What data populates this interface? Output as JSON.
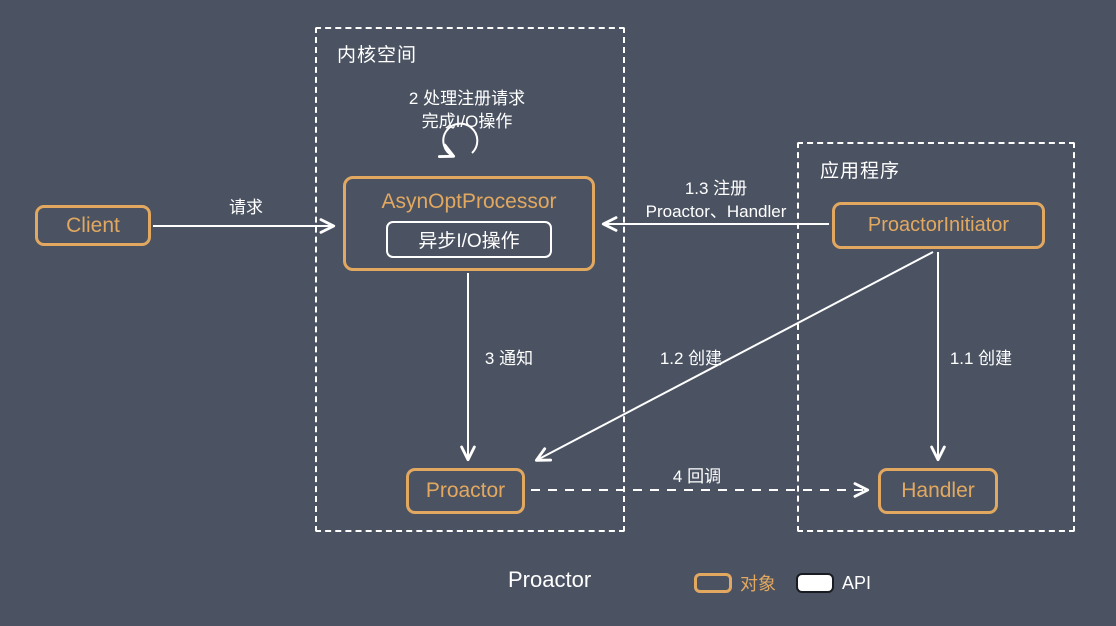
{
  "colors": {
    "background": "#4b5362",
    "accent": "#e2a860",
    "line": "#ffffff"
  },
  "regions": {
    "kernel": {
      "label": "内核空间"
    },
    "application": {
      "label": "应用程序"
    }
  },
  "nodes": {
    "client": {
      "label": "Client"
    },
    "processor": {
      "title": "AsynOptProcessor",
      "inner_label": "异步I/O操作"
    },
    "initiator": {
      "label": "ProactorInitiator"
    },
    "proactor": {
      "label": "Proactor"
    },
    "handler": {
      "label": "Handler"
    }
  },
  "arrows": {
    "request": {
      "label": "请求"
    },
    "register": {
      "line1": "1.3 注册",
      "line2": "Proactor、Handler"
    },
    "self_loop": {
      "line1": "2 处理注册请求",
      "line2": "完成I/O操作"
    },
    "notify": {
      "label": "3 通知"
    },
    "create_proactor": {
      "label": "1.2 创建"
    },
    "create_handler": {
      "label": "1.1 创建"
    },
    "callback": {
      "label": "4 回调"
    }
  },
  "footer": {
    "title": "Proactor",
    "legend_object": "对象",
    "legend_api": "API"
  }
}
